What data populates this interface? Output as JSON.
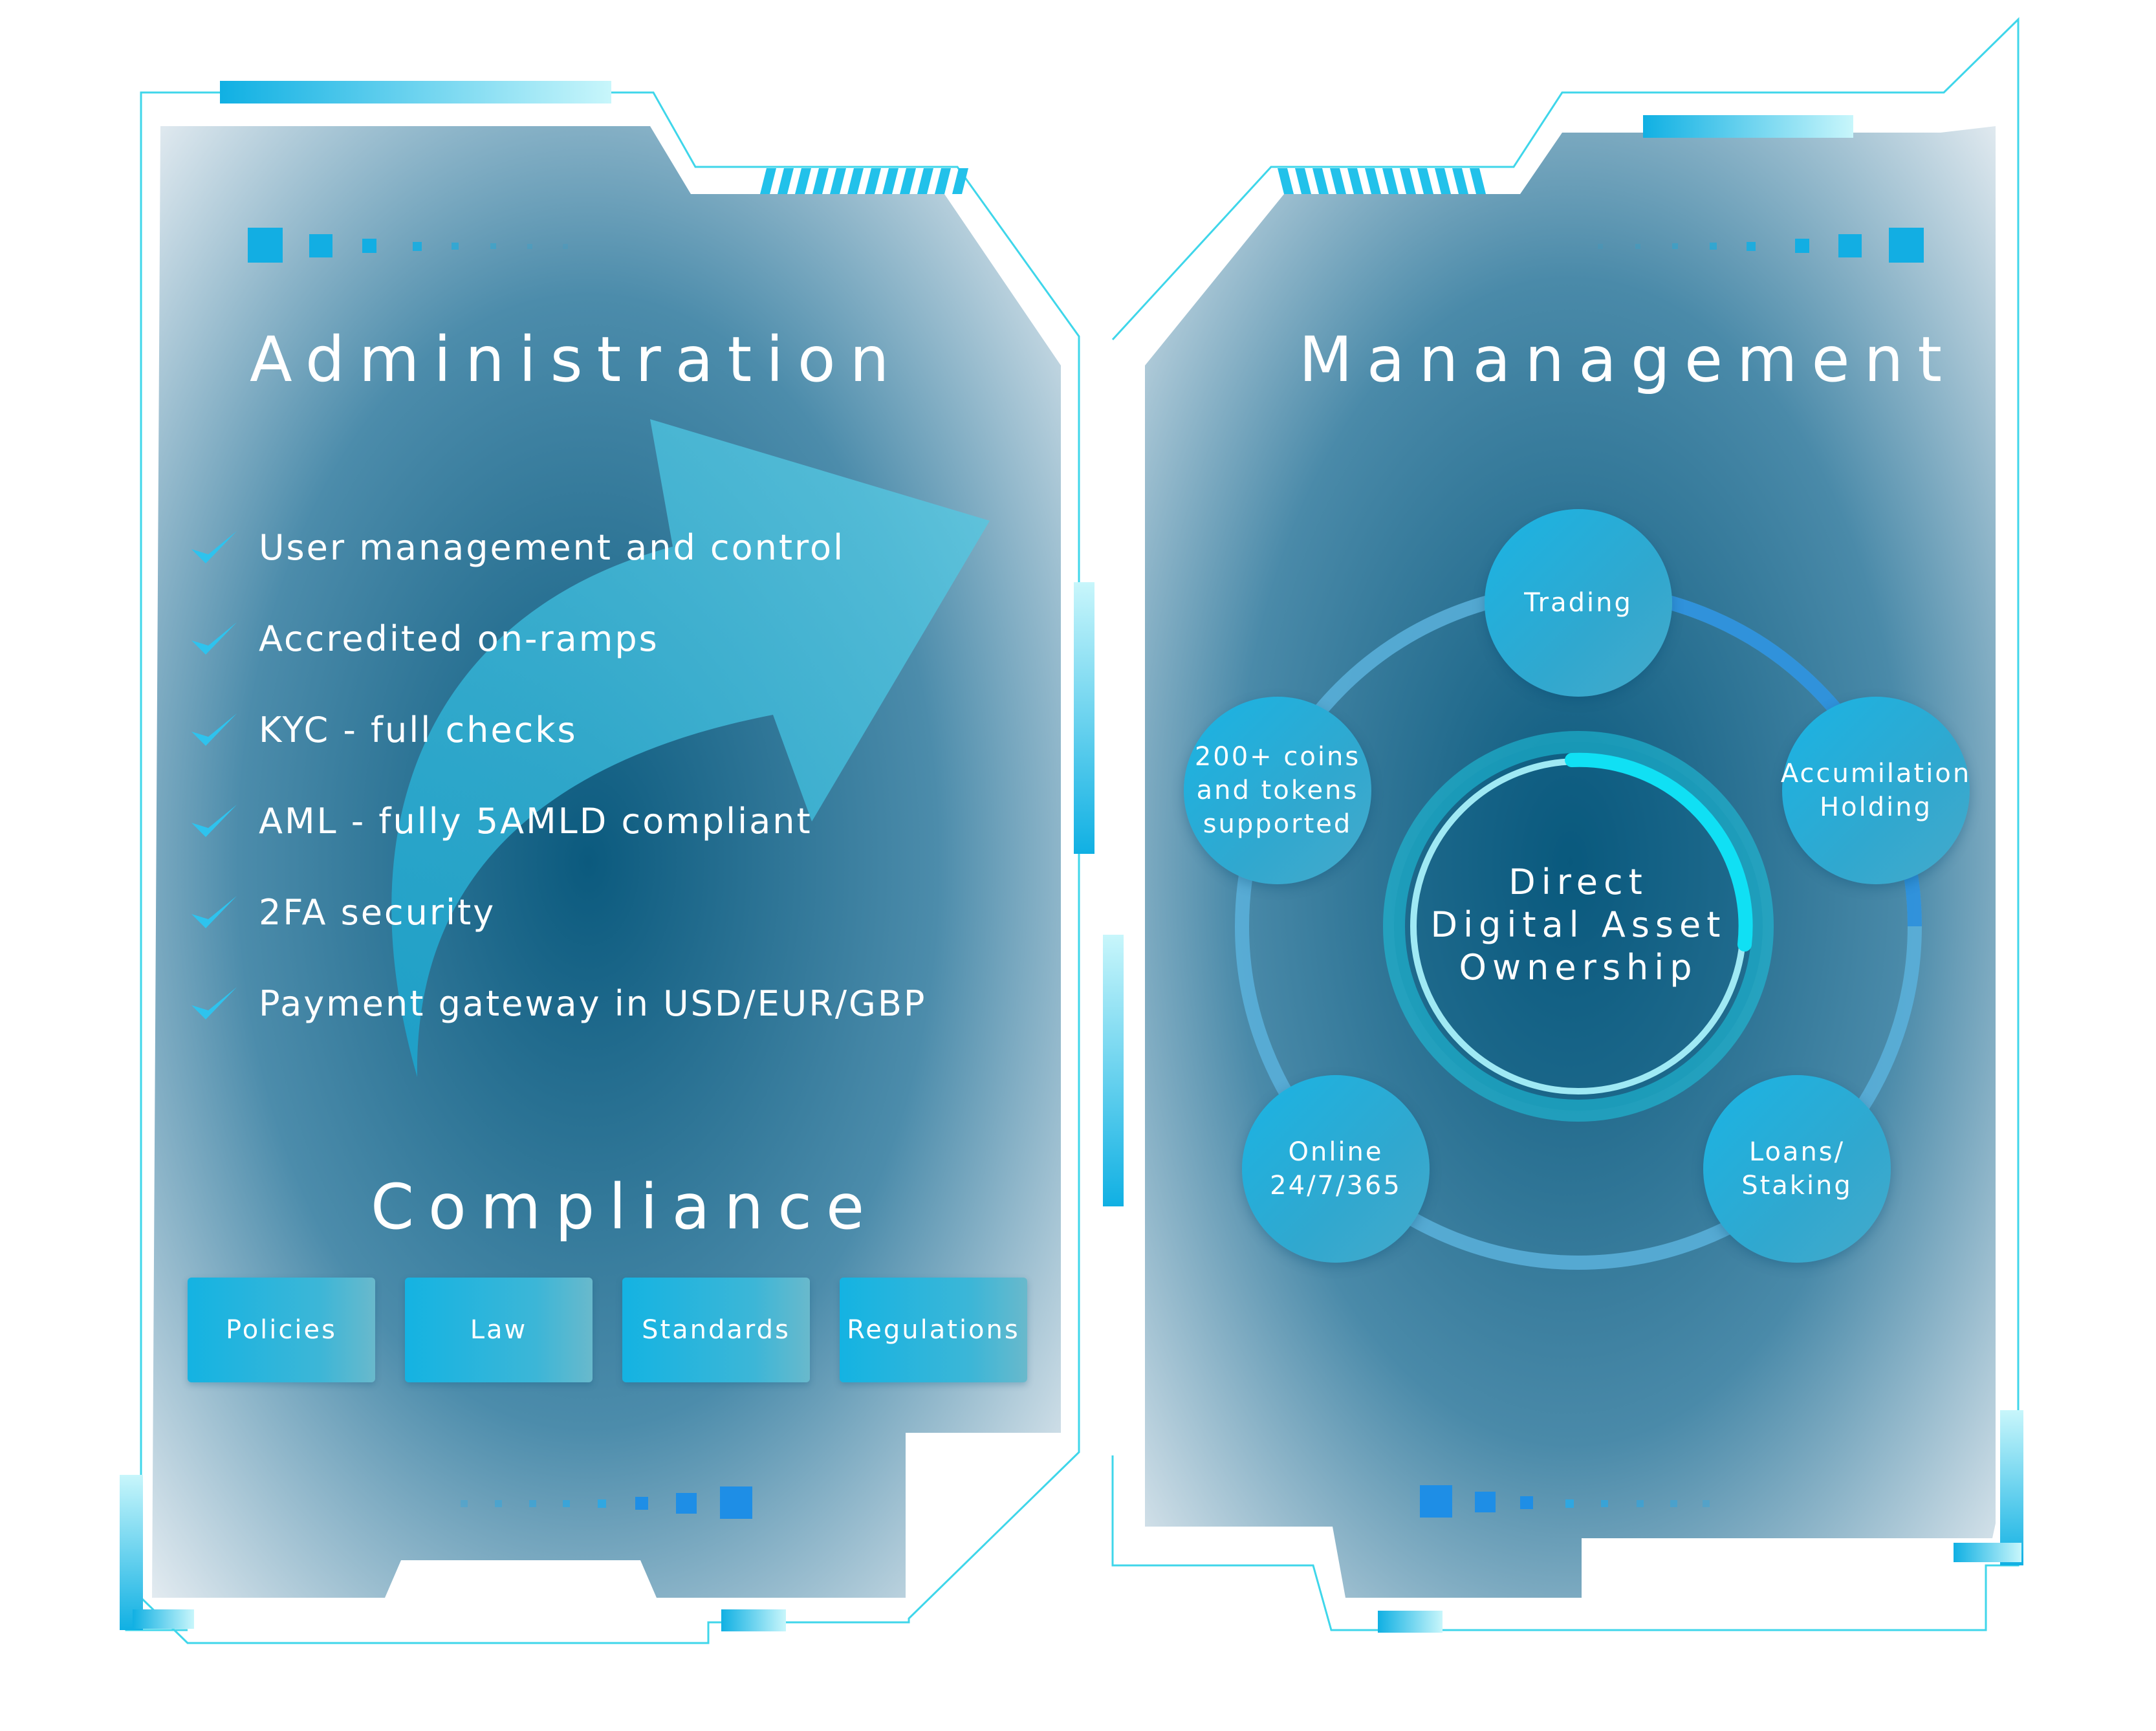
{
  "admin": {
    "title": "Administration",
    "items": [
      "User management and control",
      "Accredited on-ramps",
      "KYC - full checks",
      "AML - fully 5AMLD compliant",
      "2FA security",
      "Payment gateway in USD/EUR/GBP"
    ],
    "check_icon": "check-icon",
    "arrow_icon": "curved-arrow-icon"
  },
  "compliance": {
    "title": "Compliance",
    "buttons": [
      "Policies",
      "Law",
      "Standards",
      "Regulations"
    ]
  },
  "management": {
    "title": "Mananagement",
    "center_lines": [
      "Direct",
      "Digital Asset",
      "Ownership"
    ],
    "nodes": [
      {
        "lines": [
          "Trading"
        ]
      },
      {
        "lines": [
          "Accumilation",
          "Holding"
        ]
      },
      {
        "lines": [
          "Loans/",
          "Staking"
        ]
      },
      {
        "lines": [
          "Online",
          "24/7/365"
        ]
      },
      {
        "lines": [
          "200+ coins",
          "and tokens",
          "supported"
        ]
      }
    ]
  },
  "colors": {
    "accent": "#14b3e2",
    "frame_line": "#3fd6ea",
    "panel_dark": "#0b5a7e",
    "panel_light": "#e9eff3"
  }
}
